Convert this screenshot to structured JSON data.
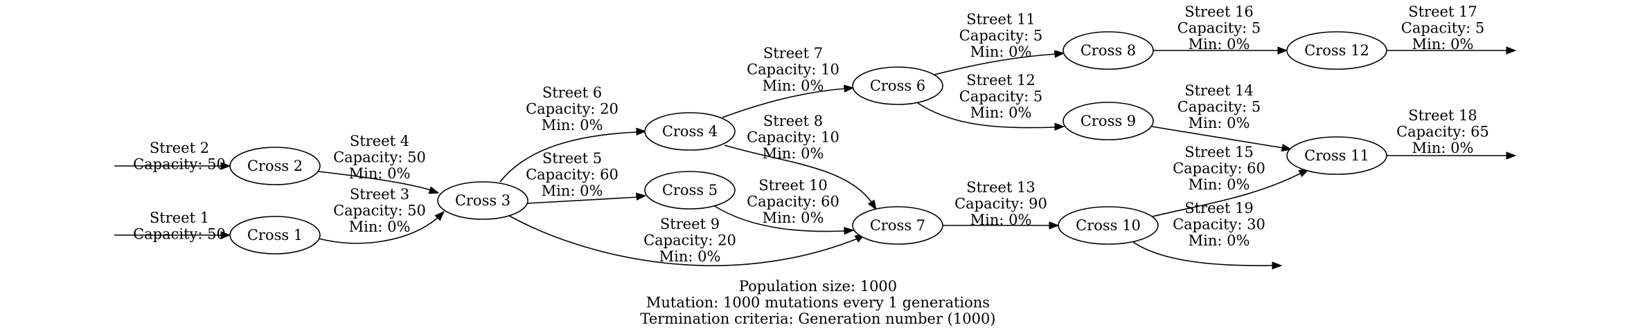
{
  "nodes": {
    "c1": "Cross 1",
    "c2": "Cross 2",
    "c3": "Cross 3",
    "c4": "Cross 4",
    "c5": "Cross 5",
    "c6": "Cross 6",
    "c7": "Cross 7",
    "c8": "Cross 8",
    "c9": "Cross 9",
    "c10": "Cross 10",
    "c11": "Cross 11",
    "c12": "Cross 12"
  },
  "edges": {
    "s1": [
      "Street 1",
      "Capacity: 50"
    ],
    "s2": [
      "Street 2",
      "Capacity: 50"
    ],
    "s3": [
      "Street 3",
      "Capacity: 50",
      "Min: 0%"
    ],
    "s4": [
      "Street 4",
      "Capacity: 50",
      "Min: 0%"
    ],
    "s5": [
      "Street 5",
      "Capacity: 60",
      "Min: 0%"
    ],
    "s6": [
      "Street 6",
      "Capacity: 20",
      "Min: 0%"
    ],
    "s7": [
      "Street 7",
      "Capacity: 10",
      "Min: 0%"
    ],
    "s8": [
      "Street 8",
      "Capacity: 10",
      "Min: 0%"
    ],
    "s9": [
      "Street 9",
      "Capacity: 20",
      "Min: 0%"
    ],
    "s10": [
      "Street 10",
      "Capacity: 60",
      "Min: 0%"
    ],
    "s11": [
      "Street 11",
      "Capacity: 5",
      "Min: 0%"
    ],
    "s12": [
      "Street 12",
      "Capacity: 5",
      "Min: 0%"
    ],
    "s13": [
      "Street 13",
      "Capacity: 90",
      "Min: 0%"
    ],
    "s14": [
      "Street 14",
      "Capacity: 5",
      "Min: 0%"
    ],
    "s15": [
      "Street 15",
      "Capacity: 60",
      "Min: 0%"
    ],
    "s16": [
      "Street 16",
      "Capacity: 5",
      "Min: 0%"
    ],
    "s17": [
      "Street 17",
      "Capacity: 5",
      "Min: 0%"
    ],
    "s18": [
      "Street 18",
      "Capacity: 65",
      "Min: 0%"
    ],
    "s19": [
      "Street 19",
      "Capacity: 30",
      "Min: 0%"
    ]
  },
  "footer": [
    "Population size: 1000",
    "Mutation: 1000 mutations every 1 generations",
    "Termination criteria: Generation number (1000)"
  ]
}
